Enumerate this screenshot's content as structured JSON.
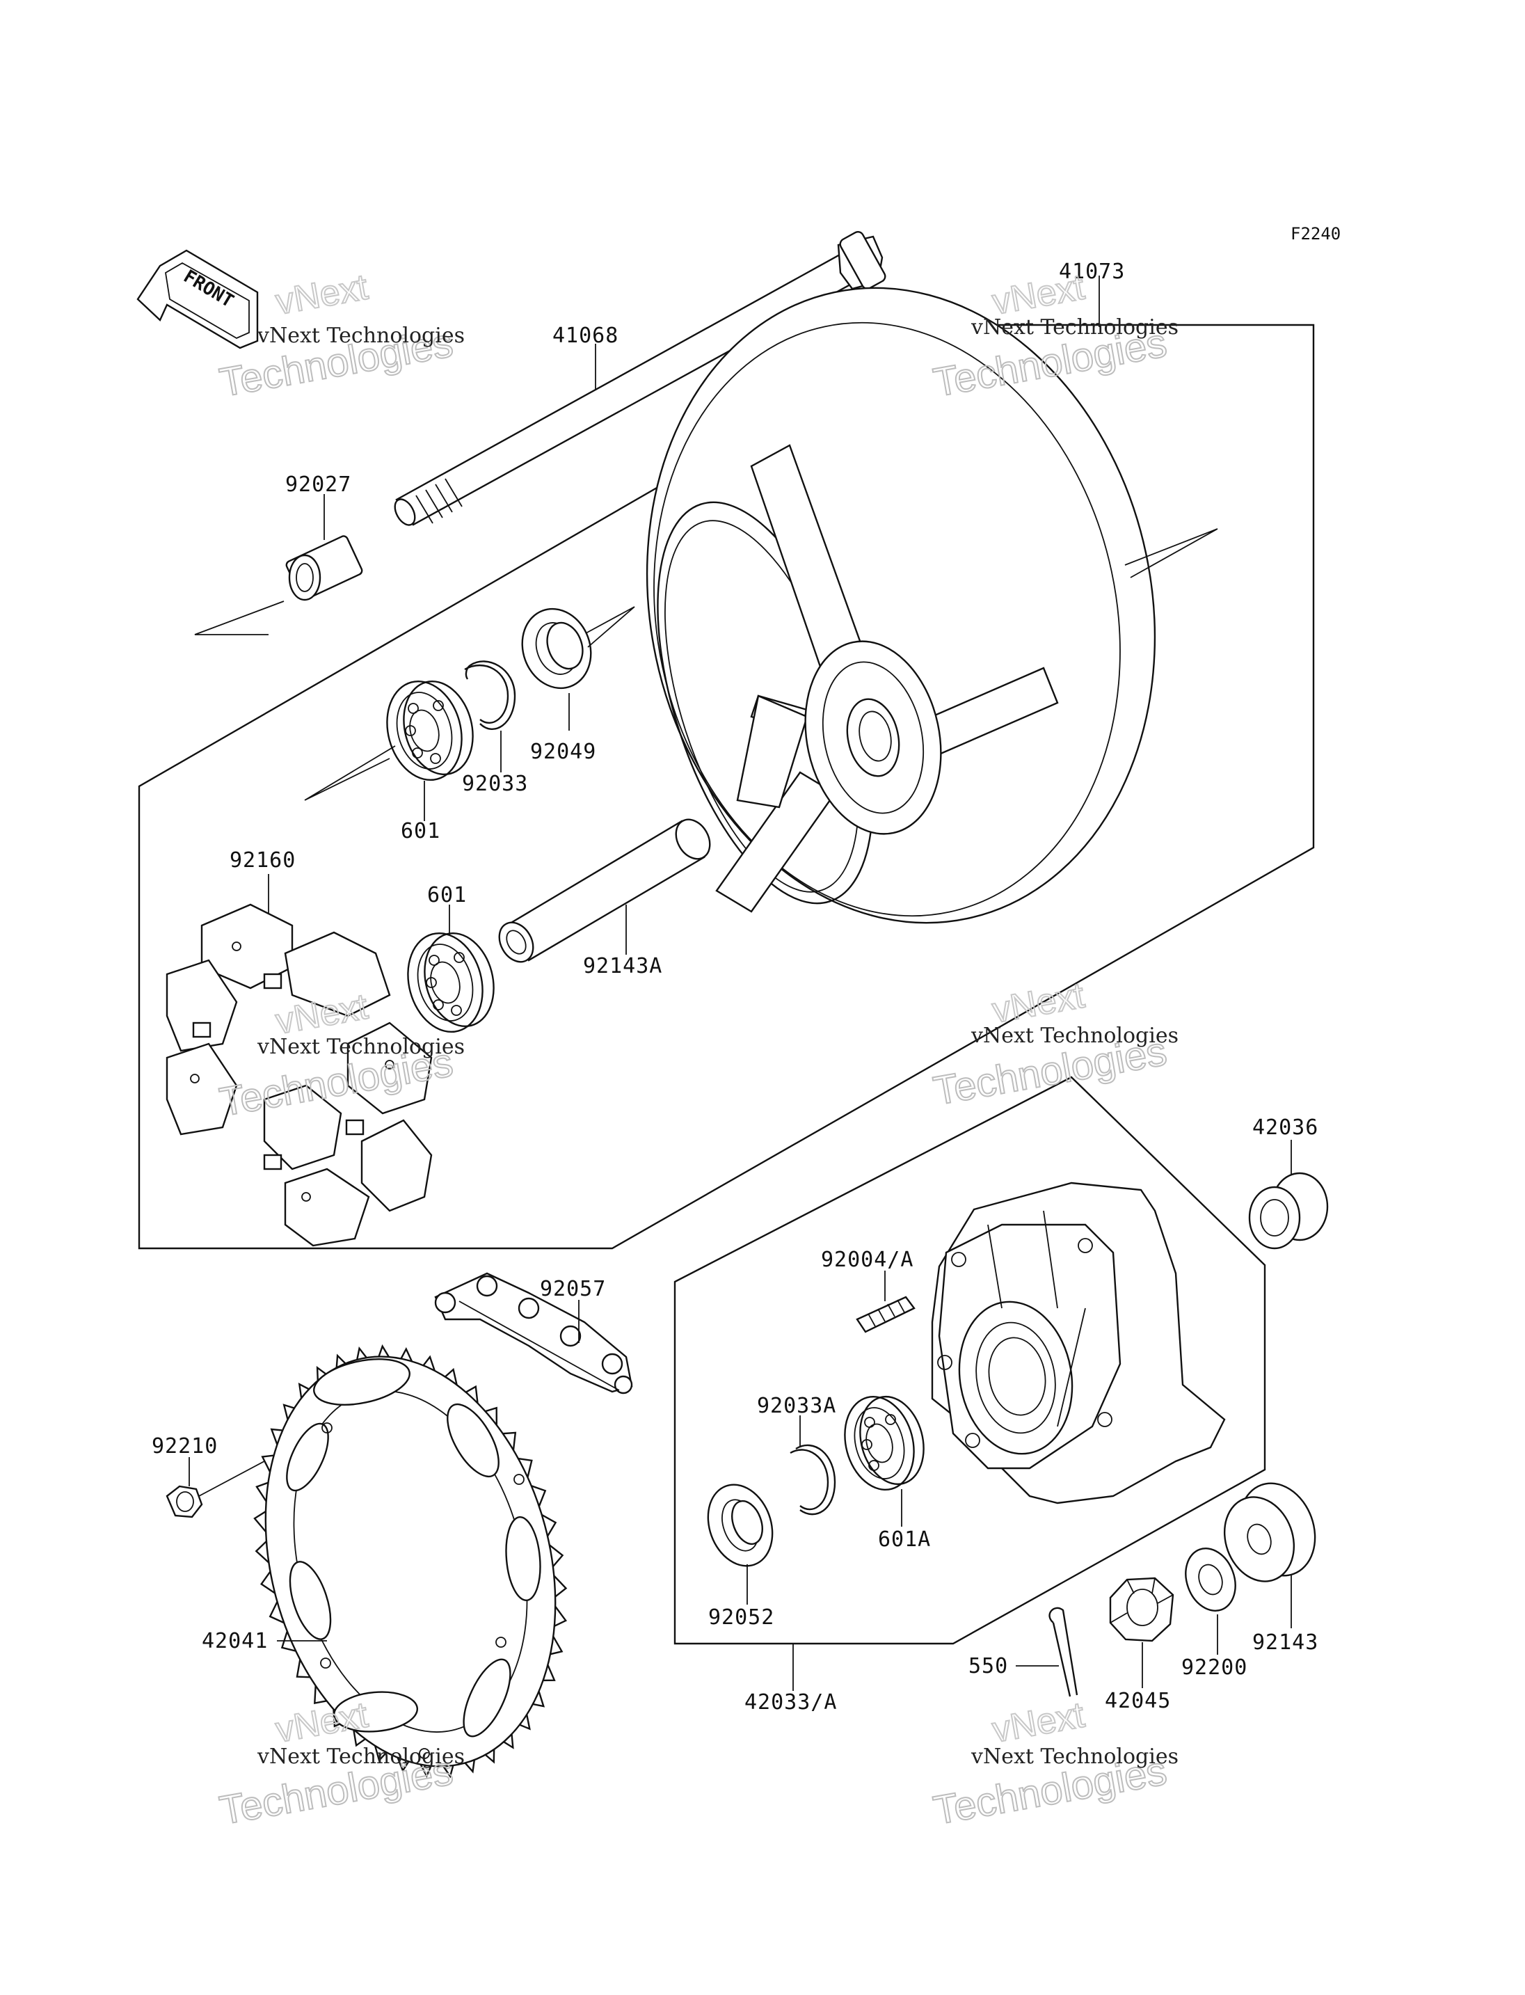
{
  "diagram_code": "F2240",
  "front_label": "FRONT",
  "watermark": {
    "line1": "vNext Technologies",
    "line2": "vNext",
    "line3": "Technologies"
  },
  "parts": [
    {
      "id": "p41068",
      "label": "41068"
    },
    {
      "id": "p41073",
      "label": "41073"
    },
    {
      "id": "p92027",
      "label": "92027"
    },
    {
      "id": "p92049",
      "label": "92049"
    },
    {
      "id": "p92033",
      "label": "92033"
    },
    {
      "id": "p601a",
      "label": "601"
    },
    {
      "id": "p92160",
      "label": "92160"
    },
    {
      "id": "p601b",
      "label": "601"
    },
    {
      "id": "p92143A",
      "label": "92143A"
    },
    {
      "id": "p42036",
      "label": "42036"
    },
    {
      "id": "p92004A",
      "label": "92004/A"
    },
    {
      "id": "p92057",
      "label": "92057"
    },
    {
      "id": "p92210",
      "label": "92210"
    },
    {
      "id": "p92033A",
      "label": "92033A"
    },
    {
      "id": "p601A",
      "label": "601A"
    },
    {
      "id": "p92052",
      "label": "92052"
    },
    {
      "id": "p42041",
      "label": "42041"
    },
    {
      "id": "p550",
      "label": "550"
    },
    {
      "id": "p42045",
      "label": "42045"
    },
    {
      "id": "p92200",
      "label": "92200"
    },
    {
      "id": "p92143",
      "label": "92143"
    },
    {
      "id": "p42033A",
      "label": "42033/A"
    }
  ]
}
